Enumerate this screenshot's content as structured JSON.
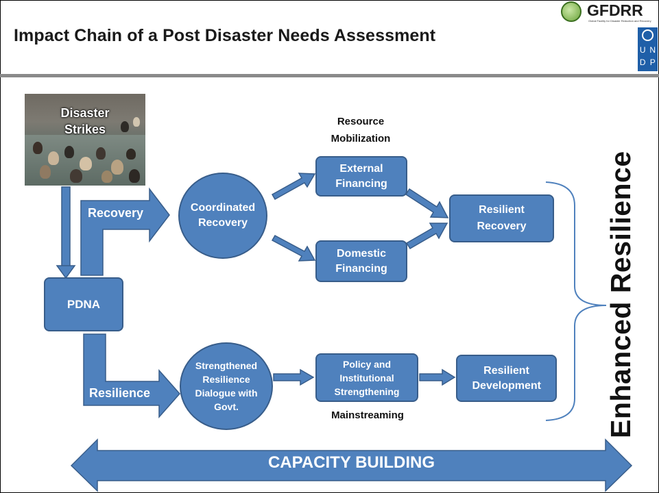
{
  "title": "Impact Chain of a Post Disaster Needs Assessment",
  "logos": {
    "gfdrr": "GFDRR",
    "gfdrr_tagline": "Global Facility for Disaster Reduction and Recovery",
    "undp_letters": [
      "U",
      "N",
      "D",
      "P"
    ]
  },
  "photo": {
    "caption": "Disaster Strikes"
  },
  "nodes": {
    "pdna": "PDNA",
    "coordinated_recovery": "Coordinated Recovery",
    "external_financing": "External Financing",
    "domestic_financing": "Domestic Financing",
    "resilient_recovery": "Resilient Recovery",
    "strengthened_dialogue": "Strengthened Resilience Dialogue with Govt.",
    "policy_strengthening": "Policy and Institutional Strengthening",
    "resilient_development": "Resilient Development"
  },
  "arrow_labels": {
    "recovery": "Recovery",
    "resilience": "Resilience"
  },
  "annotations": {
    "resource_mobilization": "Resource Mobilization",
    "mainstreaming": "Mainstreaming"
  },
  "side_label": "Enhanced Resilience",
  "bottom_banner": "CAPACITY BUILDING",
  "colors": {
    "shape_fill": "#4f81bd",
    "shape_border": "#385d8a",
    "bracket": "#4f81bd",
    "title_rule": "#8a8a8a"
  }
}
